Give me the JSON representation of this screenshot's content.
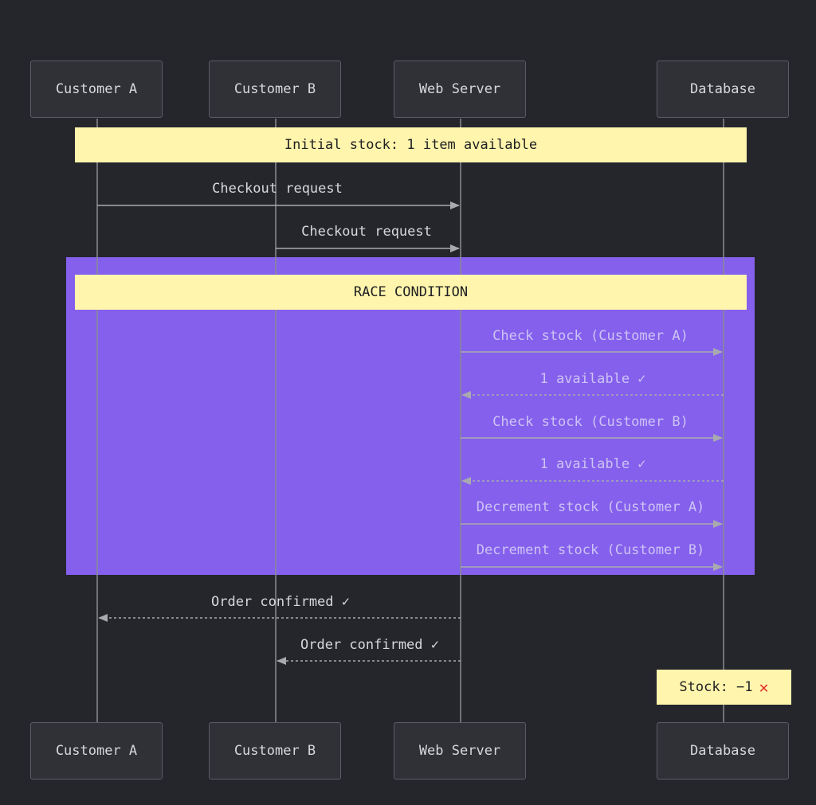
{
  "participants": [
    {
      "id": "customer-a",
      "label": "Customer A"
    },
    {
      "id": "customer-b",
      "label": "Customer B"
    },
    {
      "id": "web-server",
      "label": "Web Server"
    },
    {
      "id": "database",
      "label": "Database"
    }
  ],
  "notes": {
    "initial": "Initial stock: 1 item available",
    "race": "RACE CONDITION",
    "final_stock": "Stock: −1",
    "final_icon": "red-x-icon"
  },
  "messages": [
    {
      "label": "Checkout request",
      "from": "customer-a",
      "to": "web-server",
      "style": "solid"
    },
    {
      "label": "Checkout request",
      "from": "customer-b",
      "to": "web-server",
      "style": "solid"
    },
    {
      "label": "Check stock (Customer A)",
      "from": "web-server",
      "to": "database",
      "style": "solid"
    },
    {
      "label": "1 available ✓",
      "from": "database",
      "to": "web-server",
      "style": "dashed"
    },
    {
      "label": "Check stock (Customer B)",
      "from": "web-server",
      "to": "database",
      "style": "solid"
    },
    {
      "label": "1 available ✓",
      "from": "database",
      "to": "web-server",
      "style": "dashed"
    },
    {
      "label": "Decrement stock (Customer A)",
      "from": "web-server",
      "to": "database",
      "style": "solid"
    },
    {
      "label": "Decrement stock (Customer B)",
      "from": "web-server",
      "to": "database",
      "style": "solid"
    },
    {
      "label": "Order confirmed ✓",
      "from": "web-server",
      "to": "customer-a",
      "style": "dashed"
    },
    {
      "label": "Order confirmed ✓",
      "from": "web-server",
      "to": "customer-b",
      "style": "dashed"
    }
  ],
  "colors": {
    "background": "#25262c",
    "race_region": "#8560ec",
    "note": "#fff5ad",
    "line": "#9b9ca3",
    "alert": "#e0332c"
  }
}
